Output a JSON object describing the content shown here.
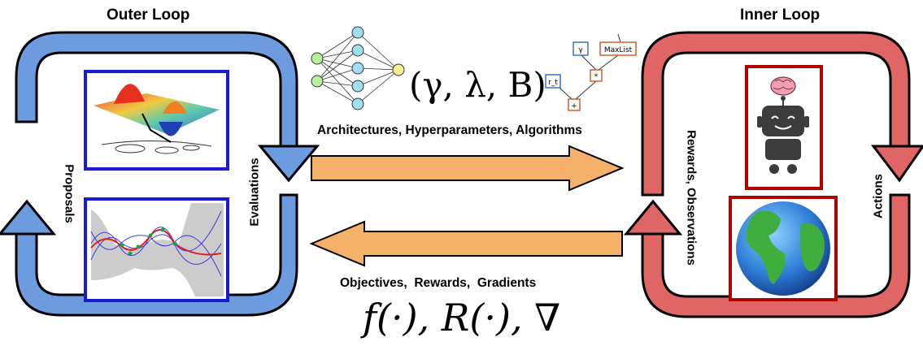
{
  "outer_loop": {
    "title": "Outer Loop",
    "left_label": "Proposals",
    "right_label": "Evaluations",
    "color": "#6d9be0",
    "panel_border_color": "#1a1ad0"
  },
  "inner_loop": {
    "title": "Inner Loop",
    "left_label": "Rewards, Observations",
    "right_label": "Actions",
    "color": "#e06666",
    "panel_border_color": "#b00000"
  },
  "top_flow": {
    "caption": "Architectures, Hyperparameters, Algorithms",
    "math": "(γ, λ, B)",
    "arrow_color": "#f5b06a",
    "tree_nodes": [
      "γ",
      "MaxList",
      "r_t",
      "*",
      "+"
    ]
  },
  "bottom_flow": {
    "caption": "Objectives,  Rewards,  Gradients",
    "math": "f(·), R(·), ∇",
    "arrow_color": "#f5b06a"
  }
}
